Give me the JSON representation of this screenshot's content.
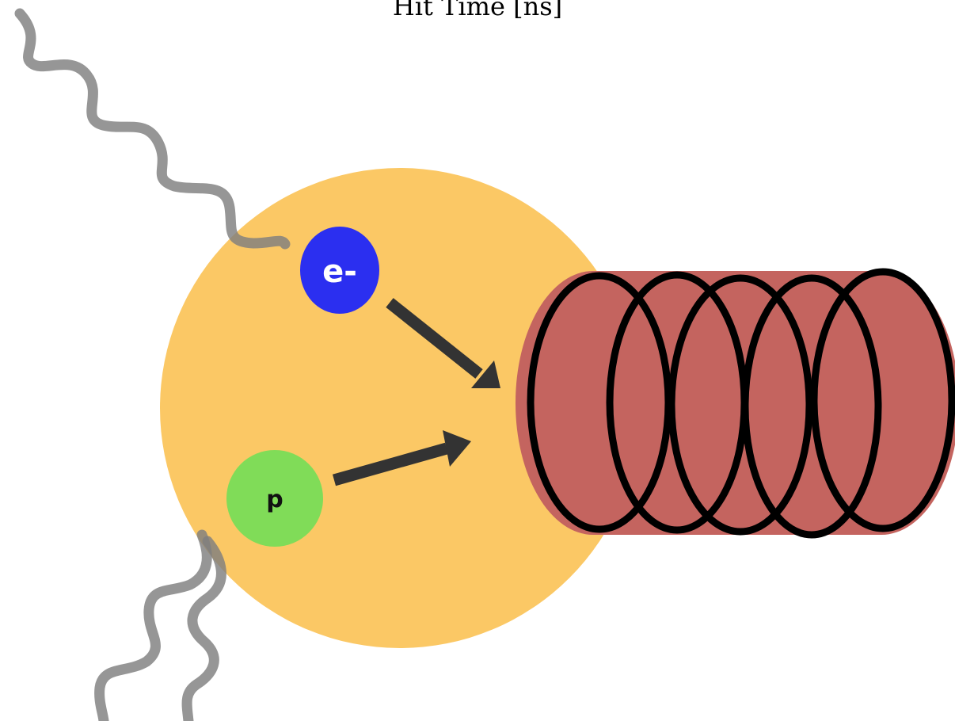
{
  "header": {
    "axis_title": "Hit Time [ns]"
  },
  "particles": {
    "electron": {
      "label": "e-",
      "color": "#2b2ff0",
      "text_color": "#ffffff"
    },
    "proton": {
      "label": "p",
      "color": "#80dc58",
      "text_color": "#111111"
    }
  },
  "colors": {
    "background": "#ffffff",
    "nucleus": "#fbc865",
    "solenoid_body": "#c4645f",
    "coil": "#000000",
    "arrow": "#333333",
    "photon": "#7f7f7f"
  },
  "icons": {
    "photon": "wavy-line",
    "arrow": "arrow-right",
    "solenoid": "coil"
  }
}
